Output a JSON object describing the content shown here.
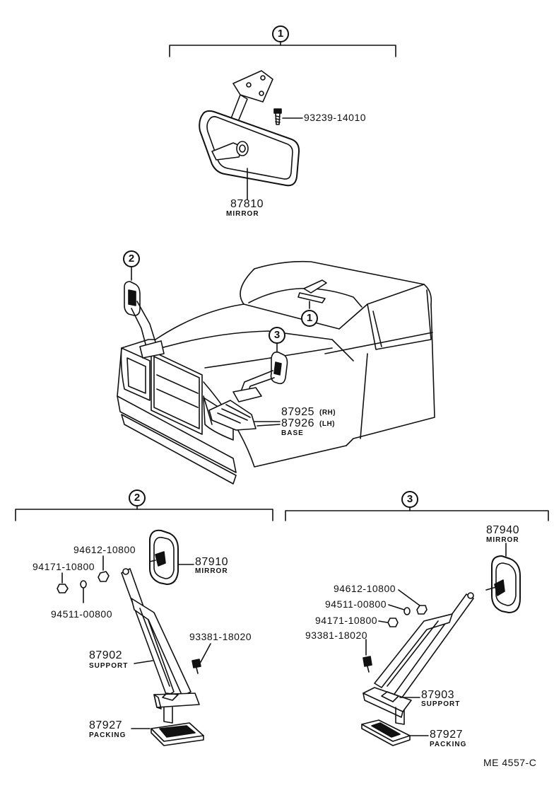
{
  "sections": {
    "s1": "1",
    "s2": "2",
    "s3": "3"
  },
  "parts": {
    "screw_93239": "93239-14010",
    "mirror_87810": "87810",
    "mirror_87810_name": "MIRROR",
    "base_87925": "87925",
    "base_87925_side": "(RH)",
    "base_87926": "87926",
    "base_87926_side": "(LH)",
    "base_name": "BASE",
    "sec2_nut_94612": "94612-10800",
    "sec2_nut_94171": "94171-10800",
    "sec2_washer_94511": "94511-00800",
    "sec2_mirror_87910": "87910",
    "sec2_mirror_87910_name": "MIRROR",
    "sec2_bolt_93381": "93381-18020",
    "sec2_support_87902": "87902",
    "sec2_support_name": "SUPPORT",
    "sec2_packing_87927": "87927",
    "sec2_packing_name": "PACKING",
    "sec3_mirror_87940": "87940",
    "sec3_mirror_87940_name": "MIRROR",
    "sec3_nut_94612": "94612-10800",
    "sec3_washer_94511": "94511-00800",
    "sec3_nut_94171": "94171-10800",
    "sec3_bolt_93381": "93381-18020",
    "sec3_support_87903": "87903",
    "sec3_support_name": "SUPPORT",
    "sec3_packing_87927": "87927",
    "sec3_packing_name": "PACKING"
  },
  "footer": {
    "code": "ME  4557-C"
  }
}
